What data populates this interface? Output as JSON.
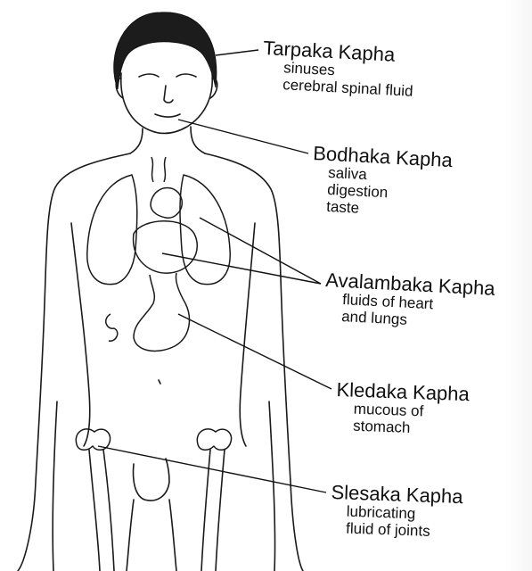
{
  "diagram": {
    "labels": [
      {
        "id": "tarpaka",
        "title": "Tarpaka Kapha",
        "lines": [
          "sinuses",
          "cerebral spinal fluid"
        ]
      },
      {
        "id": "bodhaka",
        "title": "Bodhaka Kapha",
        "lines": [
          "saliva",
          "digestion",
          "taste"
        ]
      },
      {
        "id": "avalambaka",
        "title": "Avalambaka Kapha",
        "lines": [
          "fluids of heart",
          "and lungs"
        ]
      },
      {
        "id": "kledaka",
        "title": "Kledaka Kapha",
        "lines": [
          "mucous of",
          "stomach"
        ]
      },
      {
        "id": "slesaka",
        "title": "Slesaka Kapha",
        "lines": [
          "lubricating",
          "fluid of joints"
        ]
      }
    ]
  }
}
